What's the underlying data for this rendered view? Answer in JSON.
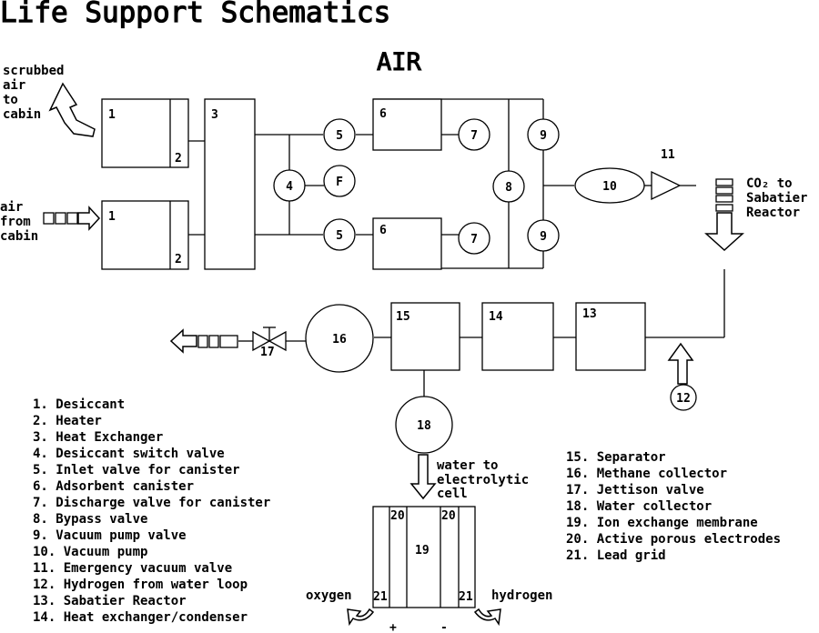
{
  "title": "Life Support Schematics",
  "section": "AIR",
  "notes": {
    "scrubbed_air": [
      "scrubbed",
      "air",
      "to",
      "cabin"
    ],
    "air_from_cabin": [
      "air",
      "from",
      "cabin"
    ],
    "co2_line1": "CO₂ to",
    "co2_line2": "Sabatier",
    "co2_line3": "Reactor",
    "water_line1": "water to",
    "water_line2": "electrolytic",
    "water_line3": "cell",
    "oxygen": "oxygen",
    "hydrogen": "hydrogen",
    "plus": "+",
    "minus": "-"
  },
  "components": {
    "c1a": "1",
    "c2a": "2",
    "c1b": "1",
    "c2b": "2",
    "c3": "3",
    "c4": "4",
    "f": "F",
    "c5a": "5",
    "c5b": "5",
    "c6a": "6",
    "c6b": "6",
    "c7a": "7",
    "c7b": "7",
    "c8": "8",
    "c9a": "9",
    "c9b": "9",
    "c10": "10",
    "c11": "11",
    "c12": "12",
    "c13": "13",
    "c14": "14",
    "c15": "15",
    "c16": "16",
    "c17": "17",
    "c18": "18",
    "c19": "19",
    "c20a": "20",
    "c20b": "20",
    "c21a": "21",
    "c21b": "21"
  },
  "legend_left": [
    "1. Desiccant",
    "2. Heater",
    "3. Heat Exchanger",
    "4. Desiccant switch valve",
    "5. Inlet valve for canister",
    "6. Adsorbent canister",
    "7. Discharge valve for canister",
    "8. Bypass valve",
    "9. Vacuum pump valve",
    "10.  Vacuum pump",
    "11.  Emergency vacuum valve",
    "12. Hydrogen from water loop",
    "13. Sabatier Reactor",
    "14. Heat exchanger/condenser"
  ],
  "legend_right": [
    "15. Separator",
    "16. Methane collector",
    "17. Jettison valve",
    "18. Water collector",
    "19.  Ion exchange membrane",
    "20. Active porous electrodes",
    "21. Lead grid"
  ]
}
